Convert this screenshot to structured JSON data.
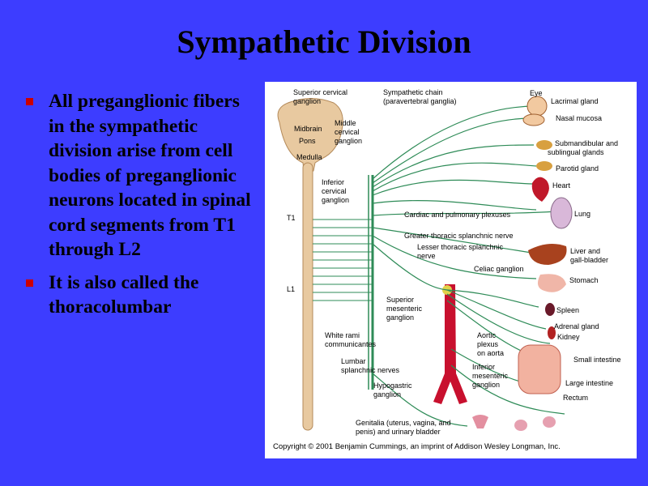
{
  "slide": {
    "title": "Sympathetic Division",
    "bullets": [
      "All preganglionic fibers in the sympathetic division arise from cell bodies of preganglionic neurons located in spinal cord segments from T1 through L2",
      "It is also called the thoracolumbar"
    ]
  },
  "figure": {
    "labels": {
      "superior_cervical": [
        "Superior cervical",
        "ganglion"
      ],
      "sympathetic_chain": [
        "Sympathetic chain",
        "(paravertebral ganglia)"
      ],
      "midbrain": "Midbrain",
      "pons": "Pons",
      "medulla": "Medulla",
      "middle_cervical": [
        "Middle",
        "cervical",
        "ganglion"
      ],
      "inferior_cervical": [
        "Inferior",
        "cervical",
        "ganglion"
      ],
      "t1": "T1",
      "l1": "L1",
      "cardiac_pulmonary": "Cardiac and pulmonary plexuses",
      "greater_thoracic": "Greater thoracic splanchnic nerve",
      "lesser_thoracic": [
        "Lesser thoracic splanchnic",
        "nerve"
      ],
      "celiac": "Celiac ganglion",
      "superior_mesenteric": [
        "Superior",
        "mesenteric",
        "ganglion"
      ],
      "white_rami": [
        "White rami",
        "communicantes"
      ],
      "aortic_plexus": [
        "Aortic",
        "plexus",
        "on aorta"
      ],
      "lumbar": [
        "Lumbar",
        "splanchnic nerves"
      ],
      "inferior_mesenteric": [
        "Inferior",
        "mesenteric",
        "ganglion"
      ],
      "hypogastric": [
        "Hypogastric",
        "ganglion"
      ],
      "genitalia": [
        "Genitalia (uterus, vagina, and",
        "penis) and urinary bladder"
      ]
    },
    "organs": {
      "eye": "Eye",
      "lacrimal": "Lacrimal gland",
      "nasal": "Nasal mucosa",
      "submandibular": [
        "Submandibular and",
        "sublingual glands"
      ],
      "parotid": "Parotid gland",
      "heart": "Heart",
      "lung": "Lung",
      "liver": [
        "Liver and",
        "gall-bladder"
      ],
      "stomach": "Stomach",
      "spleen": "Spleen",
      "adrenal": "Adrenal gland",
      "kidney": "Kidney",
      "small_intestine": "Small intestine",
      "large_intestine": "Large intestine",
      "rectum": "Rectum"
    },
    "copyright": "Copyright © 2001 Benjamin Cummings, an imprint of Addison Wesley Longman, Inc.",
    "colors": {
      "background": "#3d3dff",
      "bullet": "#cc0000",
      "nerve": "#2e8b57",
      "spinal_cord": "#e8c9a0",
      "aorta": "#c8102e"
    }
  }
}
